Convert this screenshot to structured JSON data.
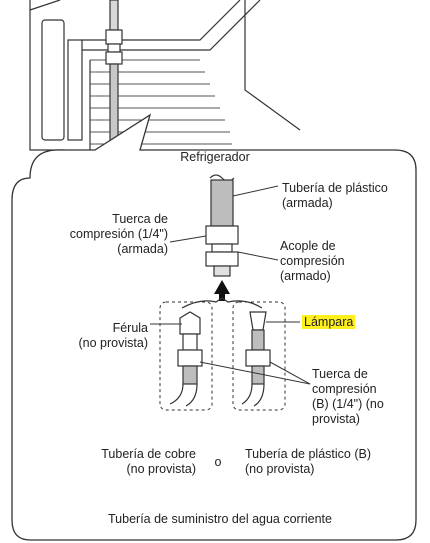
{
  "labels": {
    "refrigerator": "Refrigerador",
    "plastic_tube_top_1": "Tubería de plástico",
    "plastic_tube_top_2": "(armada)",
    "compression_nut_1": "Tuerca de",
    "compression_nut_2": "compresión (1/4\")",
    "compression_nut_3": "(armada)",
    "coupling_1": "Acople de",
    "coupling_2": "compresión",
    "coupling_3": "(armado)",
    "ferrule_1": "Férula",
    "ferrule_2": "(no provista)",
    "lamp": "Lámpara",
    "nut_b_1": "Tuerca de",
    "nut_b_2": "compresión",
    "nut_b_3": "(B) (1/4\") (no",
    "nut_b_4": "provista)",
    "copper_tube_1": "Tubería de cobre",
    "copper_tube_2": "(no provista)",
    "or": "o",
    "plastic_b_1": "Tubería de plástico (B)",
    "plastic_b_2": "(no provista)",
    "water_supply": "Tubería de suministro del agua corriente"
  },
  "colors": {
    "highlight": "#ffef1a",
    "tube": "#bdbdbd"
  }
}
